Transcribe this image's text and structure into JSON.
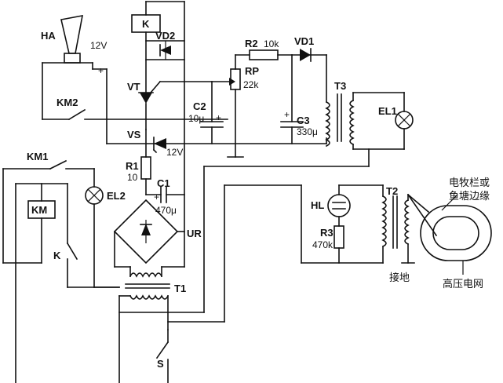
{
  "labels": {
    "HA": "HA",
    "v12_top": "12V",
    "plus_ha": "+",
    "KM2": "KM2",
    "K_box": "K",
    "VD2": "VD2",
    "VT": "VT",
    "R2": "R2",
    "R2v": "10k",
    "VD1": "VD1",
    "RP": "RP",
    "RPv": "22k",
    "C2": "C2",
    "C2v": "10μ",
    "C2p": "+",
    "C3": "C3",
    "C3v": "330μ",
    "C3p": "+",
    "T3": "T3",
    "EL1": "EL1",
    "VS": "VS",
    "VSv": "12V",
    "KM1": "KM1",
    "EL2": "EL2",
    "KM": "KM",
    "K_contact": "K",
    "R1": "R1",
    "R1v": "10",
    "C1": "C1",
    "C1v": "470μ",
    "C1p": "+",
    "UR": "UR",
    "T1": "T1",
    "S": "S",
    "HL": "HL",
    "R3": "R3",
    "R3v": "470k",
    "T2": "T2",
    "ground": "接地",
    "fence1": "电牧栏或",
    "fence2": "鱼塘边缘",
    "grid": "高压电网"
  }
}
